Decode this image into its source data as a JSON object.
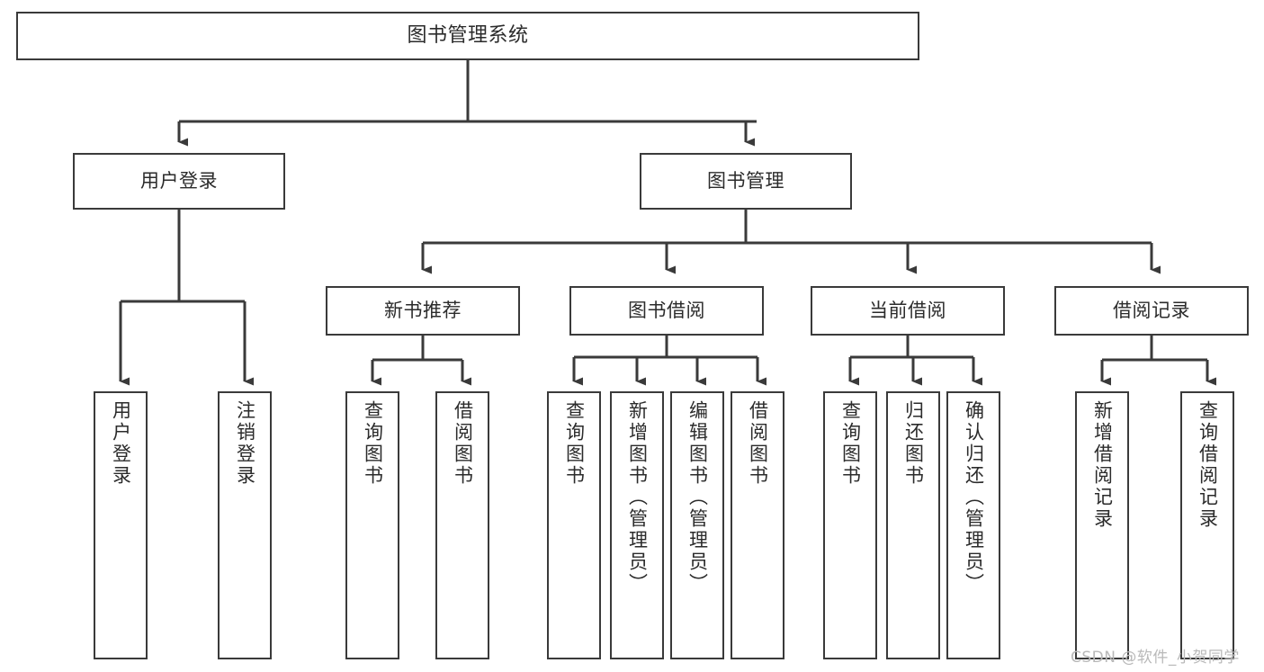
{
  "diagram": {
    "title": "图书管理系统",
    "root": {
      "label": "图书管理系统"
    },
    "level2": [
      {
        "label": "用户登录"
      },
      {
        "label": "图书管理"
      }
    ],
    "level3": [
      {
        "label": "新书推荐"
      },
      {
        "label": "图书借阅"
      },
      {
        "label": "当前借阅"
      },
      {
        "label": "借阅记录"
      }
    ],
    "leaves": {
      "user_login": [
        {
          "label": "用户登录"
        },
        {
          "label": "注销登录"
        }
      ],
      "new_book": [
        {
          "label": "查询图书"
        },
        {
          "label": "借阅图书"
        }
      ],
      "book_borrow": [
        {
          "label": "查询图书"
        },
        {
          "label": "新增图书（管理员）"
        },
        {
          "label": "编辑图书（管理员）"
        },
        {
          "label": "借阅图书"
        }
      ],
      "current_borrow": [
        {
          "label": "查询图书"
        },
        {
          "label": "归还图书"
        },
        {
          "label": "确认归还（管理员）"
        }
      ],
      "borrow_record": [
        {
          "label": "新增借阅记录"
        },
        {
          "label": "查询借阅记录"
        }
      ]
    }
  },
  "watermark": {
    "text": "CSDN @软件_小贺同学"
  },
  "colors": {
    "border": "#3a3a3a",
    "text": "#2b2b2b",
    "background": "#ffffff",
    "watermark": "#b9b9b9"
  }
}
